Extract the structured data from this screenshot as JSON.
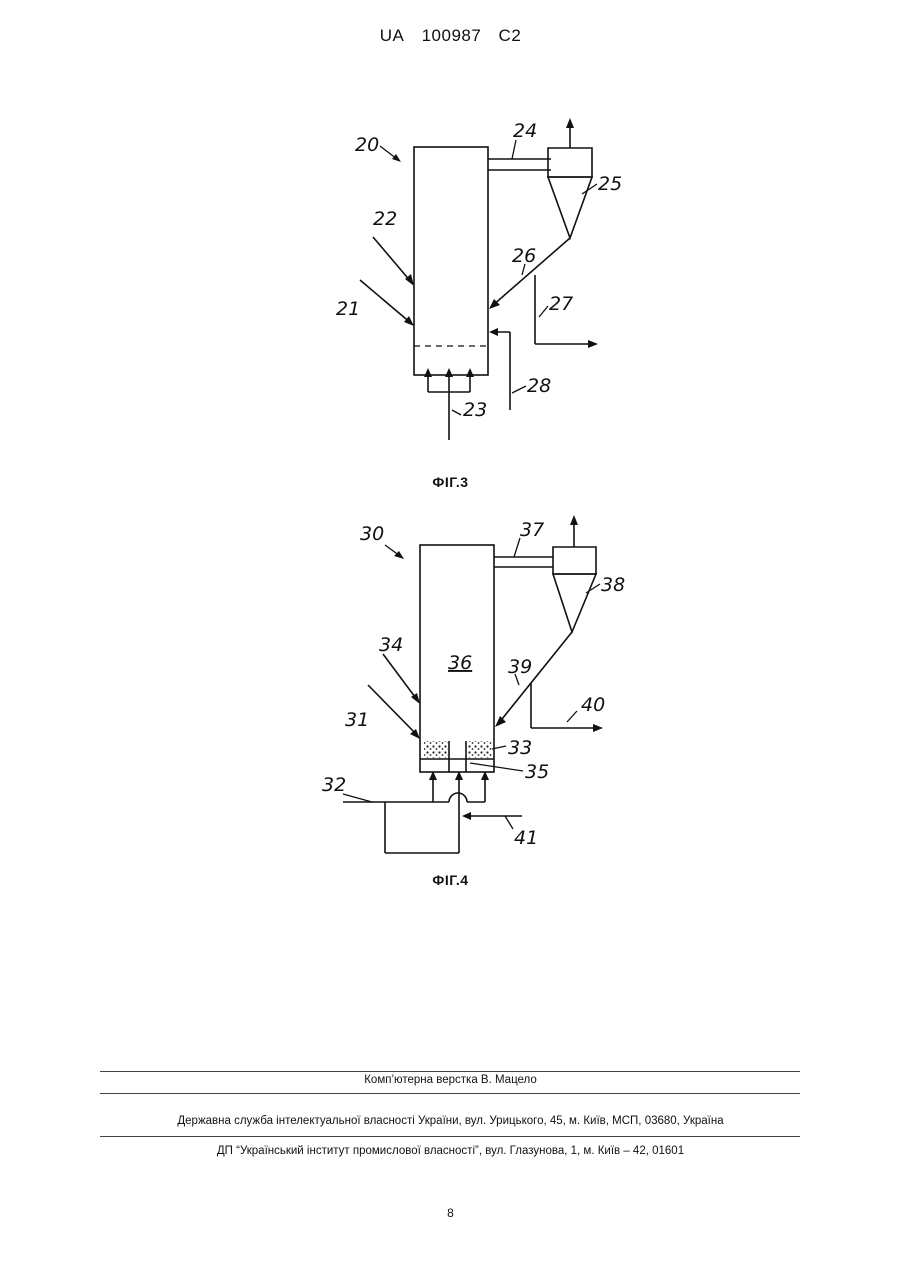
{
  "header": {
    "office": "UA",
    "patent_number": "100987",
    "kind_code": "C2"
  },
  "figure3": {
    "caption": "ФІГ.3",
    "labels": {
      "l20": "20",
      "l21": "21",
      "l22": "22",
      "l23": "23",
      "l24": "24",
      "l25": "25",
      "l26": "26",
      "l27": "27",
      "l28": "28"
    }
  },
  "figure4": {
    "caption": "ФІГ.4",
    "labels": {
      "l30": "30",
      "l31": "31",
      "l32": "32",
      "l33": "33",
      "l34": "34",
      "l35": "35",
      "l36": "36",
      "l37": "37",
      "l38": "38",
      "l39": "39",
      "l40": "40",
      "l41": "41"
    }
  },
  "footer": {
    "typesetter": "Комп’ютерна верстка В. Мацело",
    "agency": "Державна служба інтелектуальної власності України, вул. Урицького, 45, м. Київ, МСП, 03680, Україна",
    "publisher": "ДП “Український інститут промислової власності”, вул. Глазунова, 1, м. Київ – 42, 01601"
  },
  "page_number": "8"
}
